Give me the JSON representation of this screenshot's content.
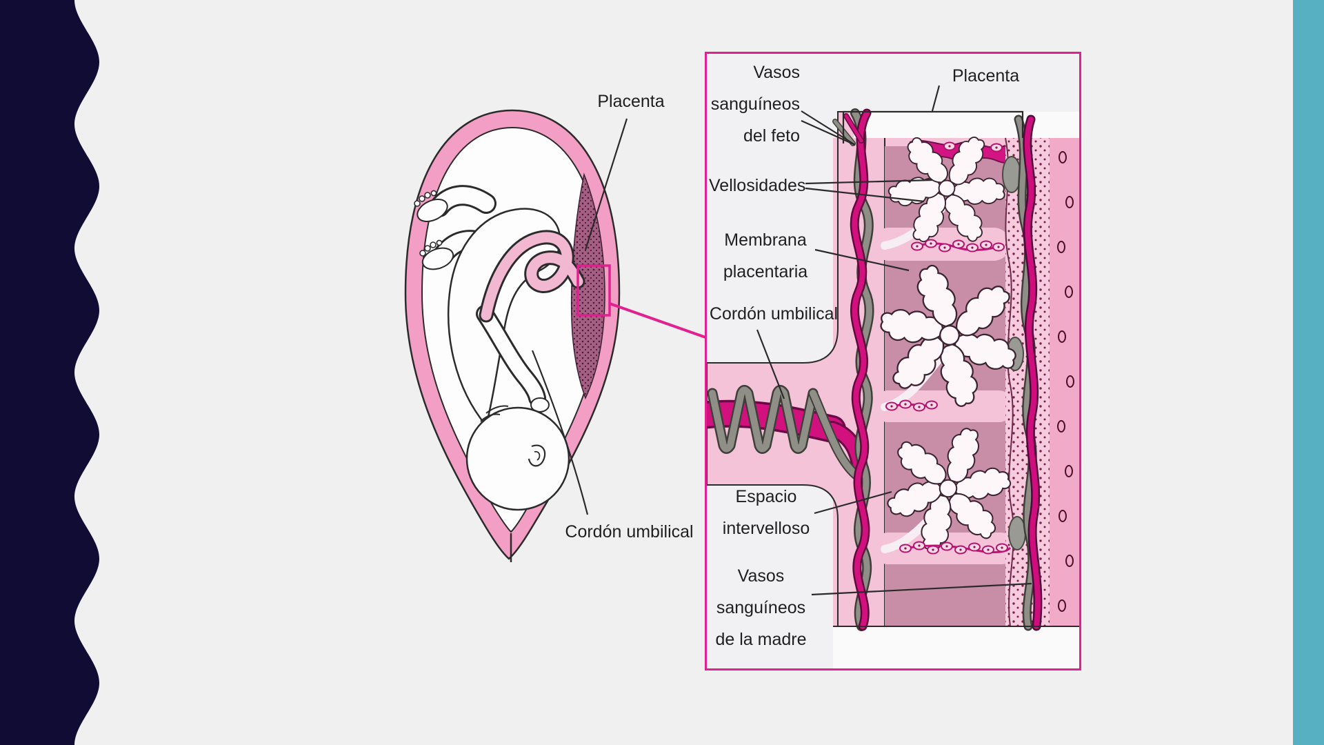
{
  "page": {
    "background_color": "#f0f0f1",
    "sidebar_wave_color": "#100c33",
    "right_strip_color": "#57b0c2"
  },
  "overview_diagram": {
    "description": "fetus-in-uterus-overview",
    "placenta_label": "Placenta",
    "umbilical_cord_label": "Cordón umbilical",
    "highlight_box_color": "#e0218f"
  },
  "detail_panel": {
    "border_color": "#e0218f",
    "placenta_label": "Placenta",
    "fetal_vessels_label": "Vasos\nsanguíneos\ndel feto",
    "villi_label": "Vellosidades",
    "placental_membrane_label": "Membrana\nplacentaria",
    "umbilical_cord_label": "Cordón umbilical",
    "intervillous_space_label": "Espacio\nintervelloso",
    "maternal_vessels_label": "Vasos\nsanguíneos\nde la madre",
    "artery_color": "#d2117f",
    "vein_color": "#8f8f88",
    "intervillous_color": "#c88da7",
    "tissue_pink_color": "#f4c3d7"
  }
}
